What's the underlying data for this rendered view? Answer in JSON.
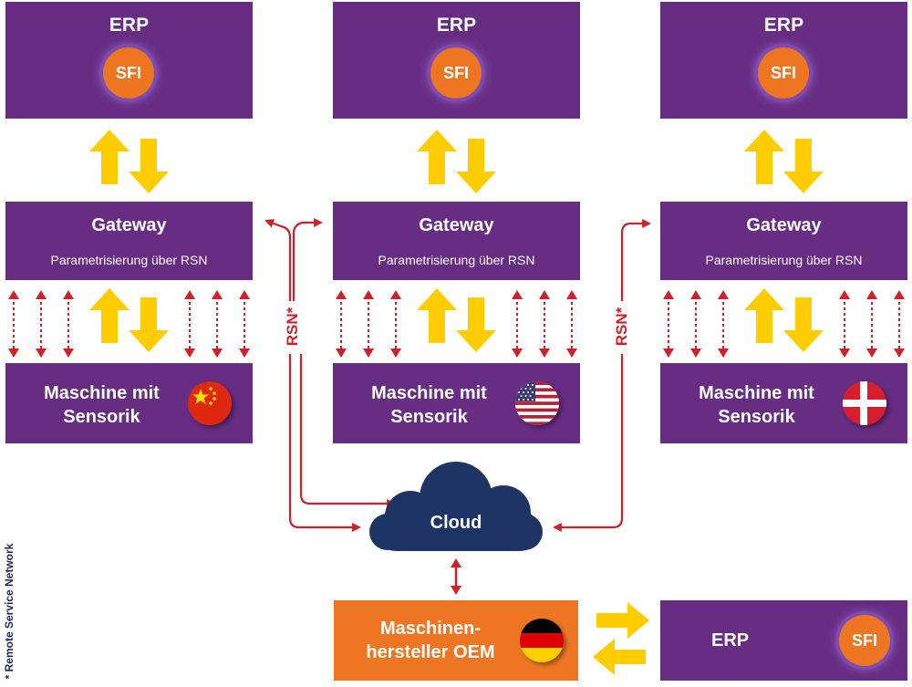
{
  "columns": [
    {
      "erp": {
        "title": "ERP",
        "badge": "SFI"
      },
      "gateway": {
        "title": "Gateway",
        "subtitle": "Parametrisierung über RSN"
      },
      "machine": {
        "title": "Maschine mit Sensorik",
        "flag": "china-flag-icon"
      }
    },
    {
      "erp": {
        "title": "ERP",
        "badge": "SFI"
      },
      "gateway": {
        "title": "Gateway",
        "subtitle": "Parametrisierung über RSN"
      },
      "machine": {
        "title": "Maschine mit Sensorik",
        "flag": "usa-flag-icon"
      }
    },
    {
      "erp": {
        "title": "ERP",
        "badge": "SFI"
      },
      "gateway": {
        "title": "Gateway",
        "subtitle": "Parametrisierung über RSN"
      },
      "machine": {
        "title": "Maschine mit Sensorik",
        "flag": "denmark-flag-icon"
      }
    }
  ],
  "rsn_label": "RSN*",
  "cloud": {
    "label": "Cloud"
  },
  "oem": {
    "title": "Maschinen-hersteller OEM",
    "line1": "Maschinen-",
    "line2": "hersteller OEM",
    "flag": "germany-flag-icon"
  },
  "erp_bottom": {
    "title": "ERP",
    "badge": "SFI"
  },
  "footnote": "* Remote Service Network",
  "colors": {
    "purple": "#662d83",
    "orange": "#ee7623",
    "yellow": "#ffcc00",
    "red": "#d0202a",
    "navy": "#1e3464"
  }
}
